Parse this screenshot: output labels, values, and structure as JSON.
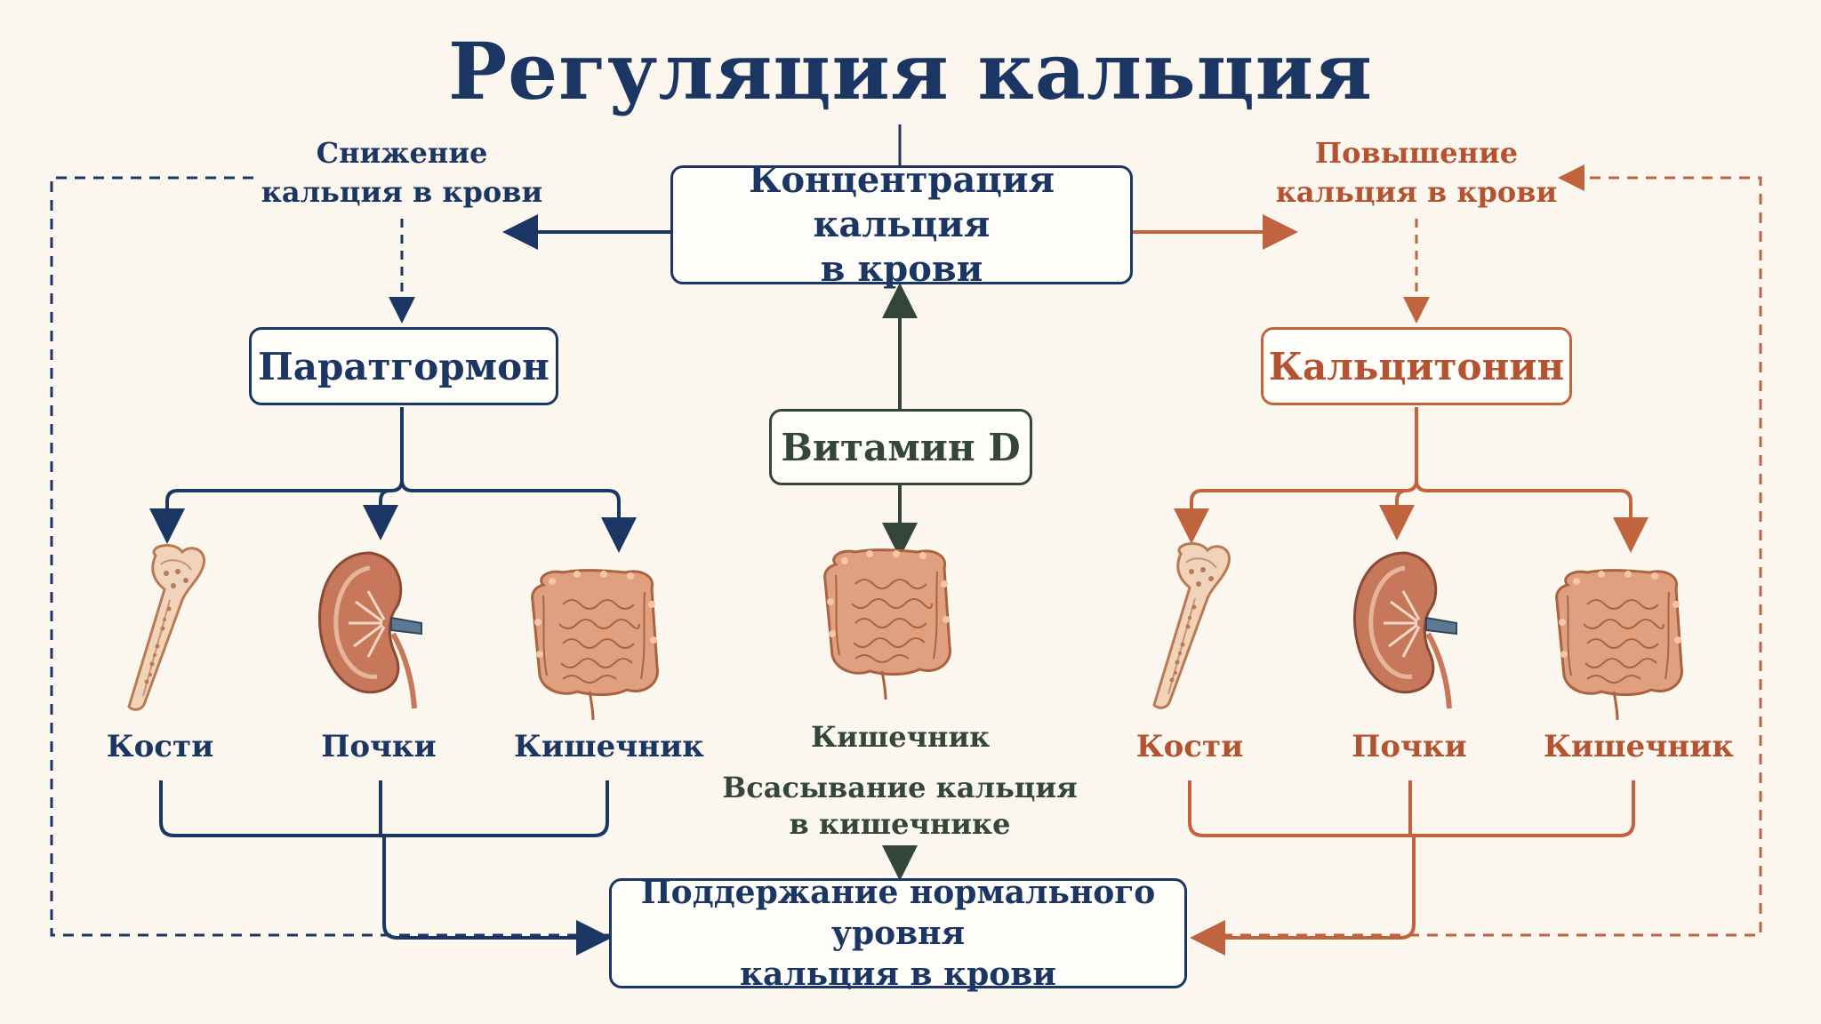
{
  "title": "Регуляция кальция",
  "center": {
    "concentration": [
      "Концентрация кальция",
      "в крови"
    ],
    "vitamin": "Витамин D",
    "intestine_label": "Кишечник",
    "absorption": [
      "Всасывание кальция",
      "в кишечнике"
    ],
    "maintenance": [
      "Поддержание нормального уровня",
      "кальция в крови"
    ]
  },
  "left": {
    "condition": [
      "Снижение",
      "кальция в крови"
    ],
    "hormone": "Паратгормон",
    "organs": [
      "Кости",
      "Почки",
      "Кишечник"
    ]
  },
  "right": {
    "condition": [
      "Повышение",
      "кальция в крови"
    ],
    "hormone": "Кальцитонин",
    "organs": [
      "Кости",
      "Почки",
      "Кишечник"
    ]
  },
  "colors": {
    "blue": "#1c3663",
    "orange": "#c0633f",
    "green": "#34463c",
    "tissue": "#e0a07f",
    "background": "#fbf6ee"
  },
  "icons": [
    "bone-icon",
    "kidney-icon",
    "intestine-icon"
  ]
}
